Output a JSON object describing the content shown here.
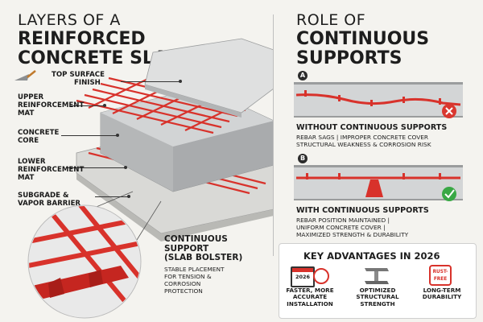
{
  "left_title": {
    "line1": "LAYERS OF A",
    "line2": "REINFORCED",
    "line3": "CONCRETE SLAB"
  },
  "layers": {
    "top_surface": {
      "line1": "TOP SURFACE",
      "line2": "FINISH"
    },
    "upper_mat": {
      "line1": "UPPER",
      "line2": "REINFORCEMENT",
      "line3": "MAT"
    },
    "core": {
      "line1": "CONCRETE",
      "line2": "CORE"
    },
    "lower_mat": {
      "line1": "LOWER",
      "line2": "REINFORCEMENT",
      "line3": "MAT"
    },
    "subgrade": {
      "line1": "SUBGRADE &",
      "line2": "VAPOR BARRIER"
    }
  },
  "support": {
    "title1": "CONTINUOUS",
    "title2": "SUPPORT",
    "title3": "(SLAB BOLSTER)",
    "desc1": "STABLE PLACEMENT",
    "desc2": "FOR TENSION &",
    "desc3": "CORROSION",
    "desc4": "PROTECTION"
  },
  "right_title": {
    "line1": "ROLE OF",
    "line2": "CONTINUOUS",
    "line3": "SUPPORTS"
  },
  "scenario_a": {
    "letter": "A",
    "heading": "WITHOUT CONTINUOUS SUPPORTS",
    "line1": "REBAR SAGS | IMPROPER CONCRETE COVER",
    "line2": "STRUCTURAL WEAKNESS & CORROSION RISK"
  },
  "scenario_b": {
    "letter": "B",
    "heading": "WITH CONTINUOUS SUPPORTS",
    "line1": "REBAR POSITION MAINTAINED |",
    "line2": "UNIFORM CONCRETE COVER |",
    "line3": "MAXIMIZED STRENGTH & DURABILITY"
  },
  "advantages": {
    "title": "KEY ADVANTAGES IN 2026",
    "calendar_text": "2026",
    "badge_text1": "RUST-",
    "badge_text2": "FREE",
    "items": [
      {
        "line1": "FASTER, MORE",
        "line2": "ACCURATE",
        "line3": "INSTALLATION"
      },
      {
        "line1": "OPTIMIZED",
        "line2": "STRUCTURAL",
        "line3": "STRENGTH"
      },
      {
        "line1": "LONG-TERM",
        "line2": "DURABILITY",
        "line3": ""
      }
    ]
  },
  "colors": {
    "rebar": "#d8322b",
    "concrete": "#c9cbcc",
    "bad": "#d9372f",
    "good": "#39a845"
  }
}
